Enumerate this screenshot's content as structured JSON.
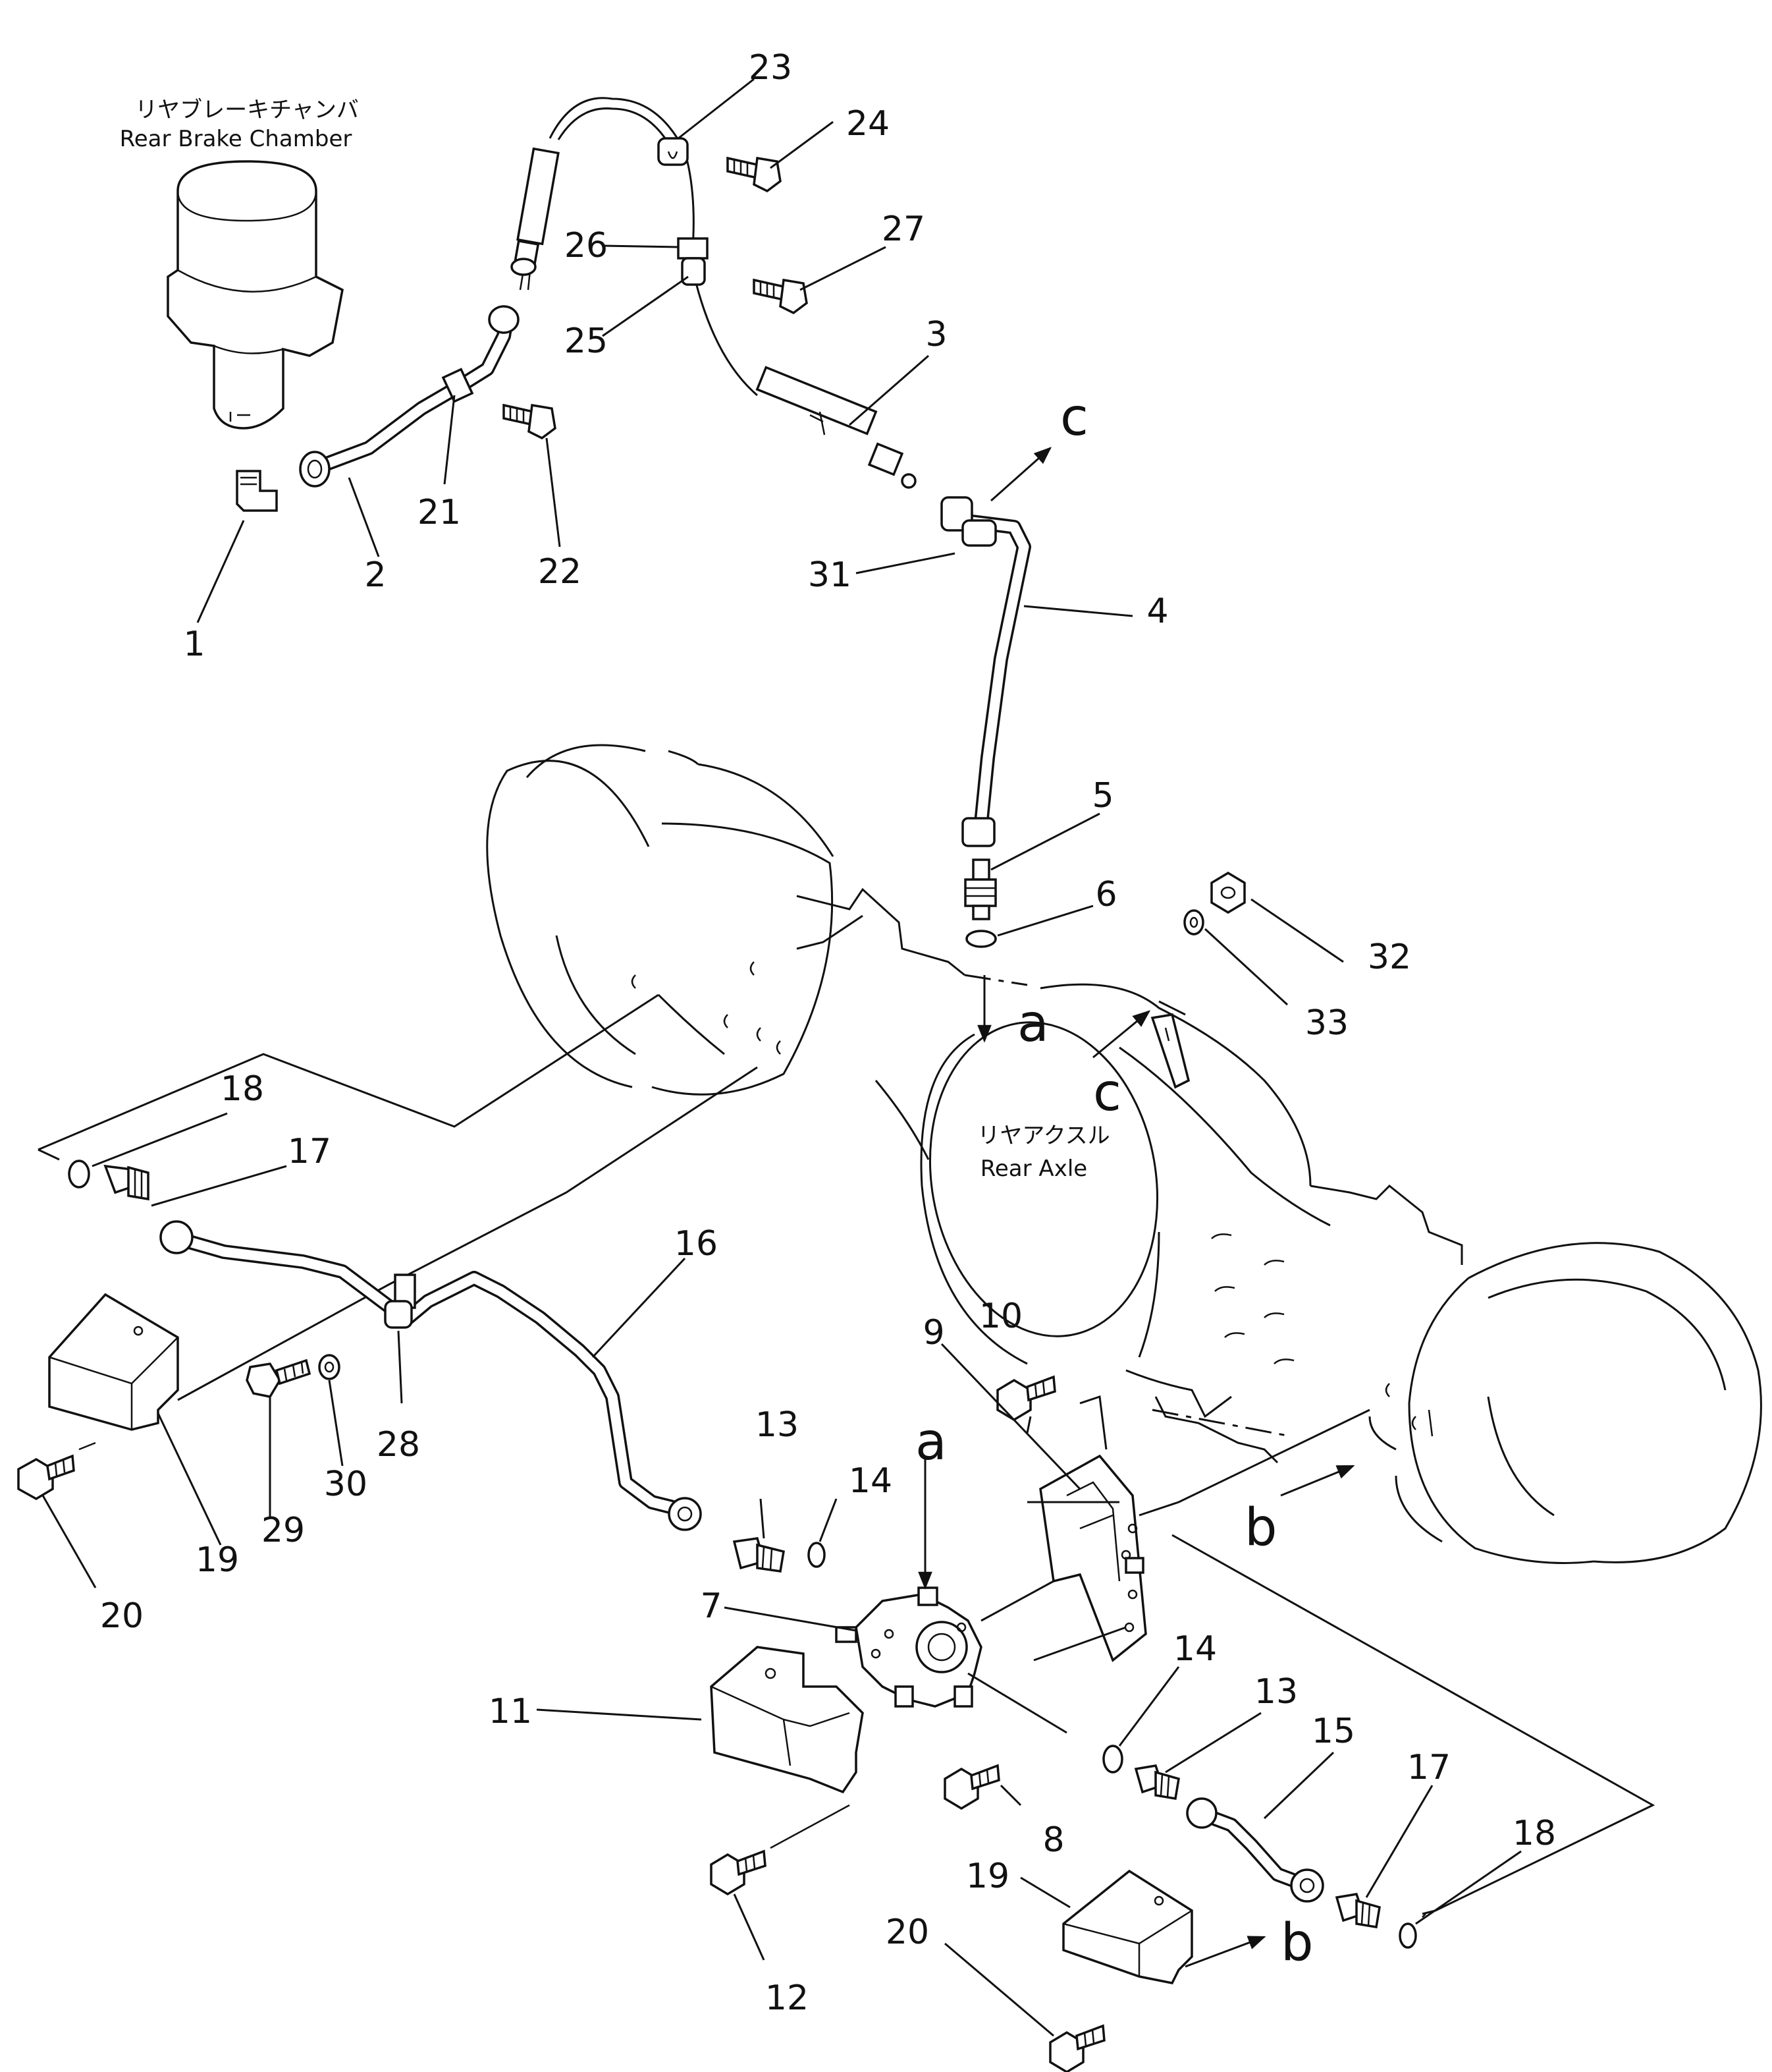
{
  "captions": {
    "brake_chamber_jp": "リヤブレーキチャンバ",
    "brake_chamber_en": "Rear Brake Chamber",
    "axle_jp": "リヤアクスル",
    "axle_en": "Rear Axle"
  },
  "reference_letters": {
    "a": "a",
    "b": "b",
    "c": "c"
  },
  "part_numbers": [
    "1",
    "2",
    "3",
    "4",
    "5",
    "6",
    "7",
    "8",
    "9",
    "10",
    "11",
    "12",
    "13",
    "14",
    "15",
    "16",
    "17",
    "18",
    "19",
    "20",
    "21",
    "22",
    "23",
    "24",
    "25",
    "26",
    "27",
    "28",
    "29",
    "30",
    "31",
    "32",
    "33"
  ]
}
